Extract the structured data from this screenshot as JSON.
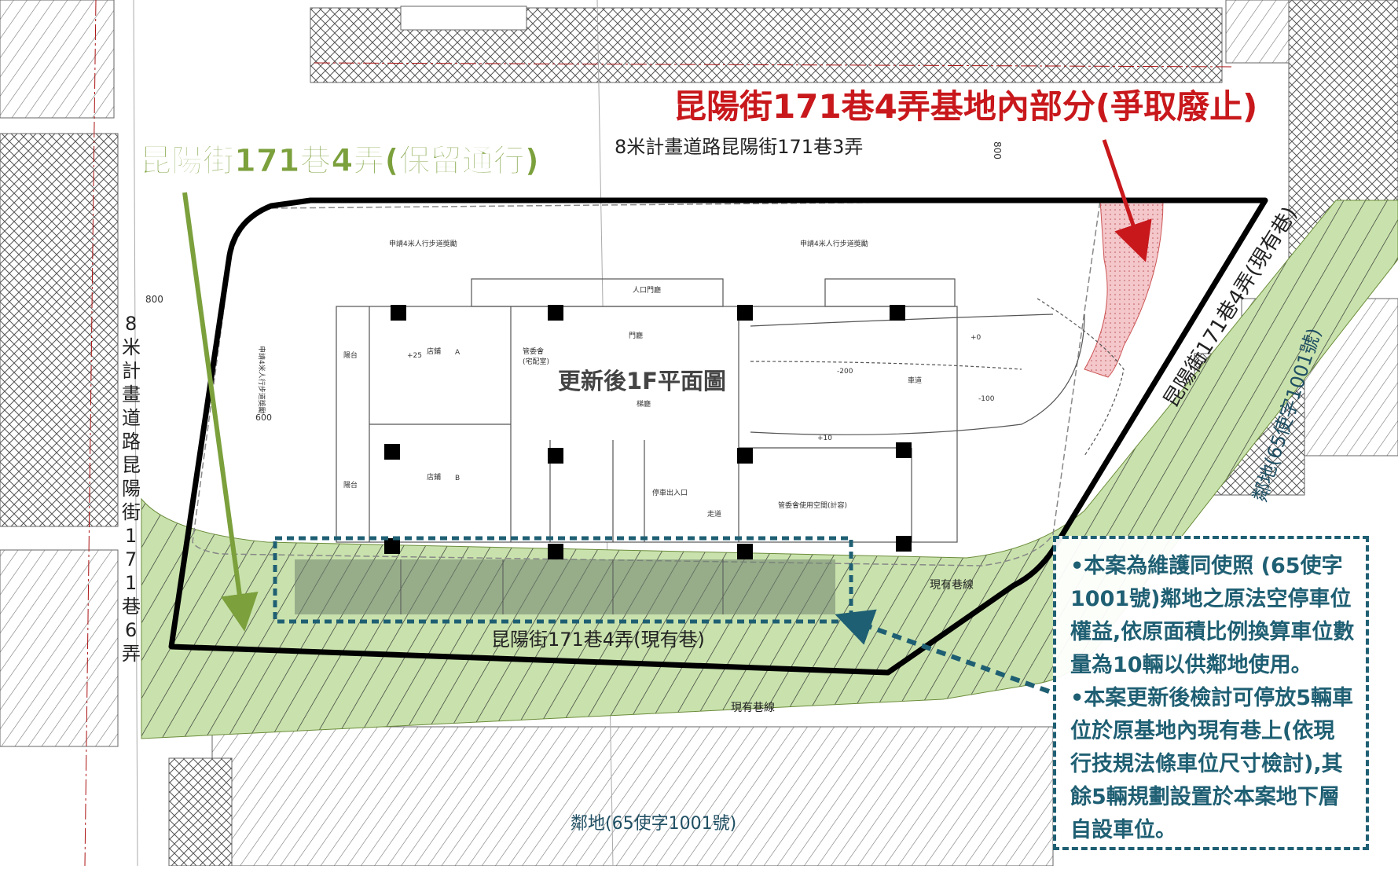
{
  "labels": {
    "red_title": "昆陽街171巷4弄基地內部分(爭取廢止)",
    "green_title": "昆陽街171巷4弄(保留通行)",
    "road_north": "8米計畫道路昆陽街171巷3弄",
    "road_west_lines": [
      "8",
      "米",
      "計",
      "畫",
      "道",
      "路",
      "昆",
      "陽",
      "街",
      "1",
      "7",
      "1",
      "巷",
      "6",
      "弄"
    ],
    "plan_title": "更新後1F平面圖",
    "lane_existing": "昆陽街171巷4弄(現有巷)",
    "lane_existing_east": "昆陽街171巷4弄(現有巷)",
    "neighbor_south": "鄰地(65使字1001號)",
    "neighbor_east": "鄰地(65使字1001號)",
    "lane_line_1": "現有巷線",
    "lane_line_2": "現有巷線",
    "dim_800": "800",
    "dim_600": "600",
    "dim_north_800": "800"
  },
  "plan_small": {
    "sidewalk_left": "申請4米人行步道獎勵",
    "sidewalk_right": "申請4米人行步道獎勵",
    "sidewalk_west": "申請4米人行步道獎勵",
    "shop_a": "店鋪",
    "shop_b": "店鋪",
    "shop_a_mark": "A",
    "shop_b_mark": "B",
    "mgmt": "管委會",
    "mgmt_sub": "(宅配室)",
    "lobby": "門廳",
    "hall": "梯廳",
    "entrance": "人口門廳",
    "driveway": "車道",
    "mgmt_space": "管委會使用空間(計容)",
    "corridor": "走道",
    "parking_room": "停車出入口",
    "balcony_1": "陽台",
    "balcony_2": "陽台",
    "h_plus25": "+25",
    "h_plus10": "+10",
    "h_minus200": "-200",
    "h_minus100": "-100",
    "h_plus0": "+0"
  },
  "note": {
    "items": [
      "•本案為維護同使照 (65使字1001號)鄰地之原法空停車位權益,依原面積比例換算車位數量為10輛以供鄰地使用。",
      "•本案更新後檢討可停放5輛車位於原基地內現有巷上(依現行技規法條車位尺寸檢討),其餘5輛規劃設置於本案地下層自設車位。"
    ]
  },
  "colors": {
    "red": "#c8181c",
    "green": "#7ba03c",
    "green_fill": "#c9e2ad",
    "teal": "#1f5f73",
    "pink": "#f4c7cb",
    "black": "#000000"
  }
}
